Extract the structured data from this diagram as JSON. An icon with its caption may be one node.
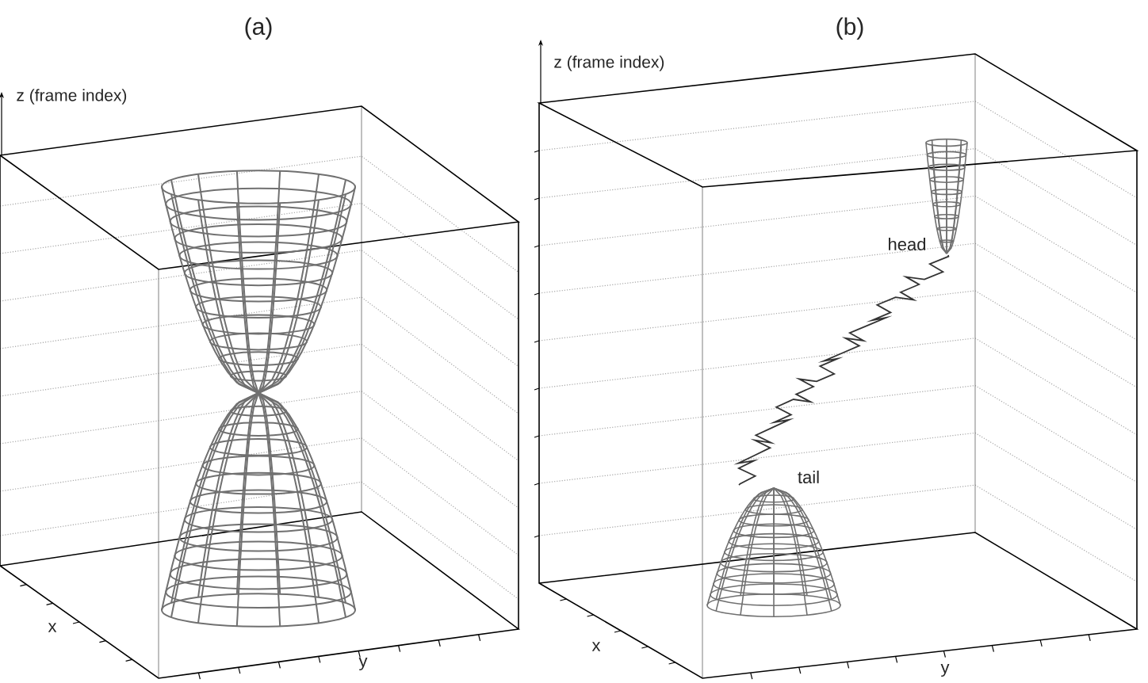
{
  "diagram": {
    "labels": [
      "(a)",
      "(b)",
      "z (frame index)",
      "z (frame index)",
      "head",
      "tail",
      "x",
      "y",
      "x",
      "y"
    ]
  }
}
